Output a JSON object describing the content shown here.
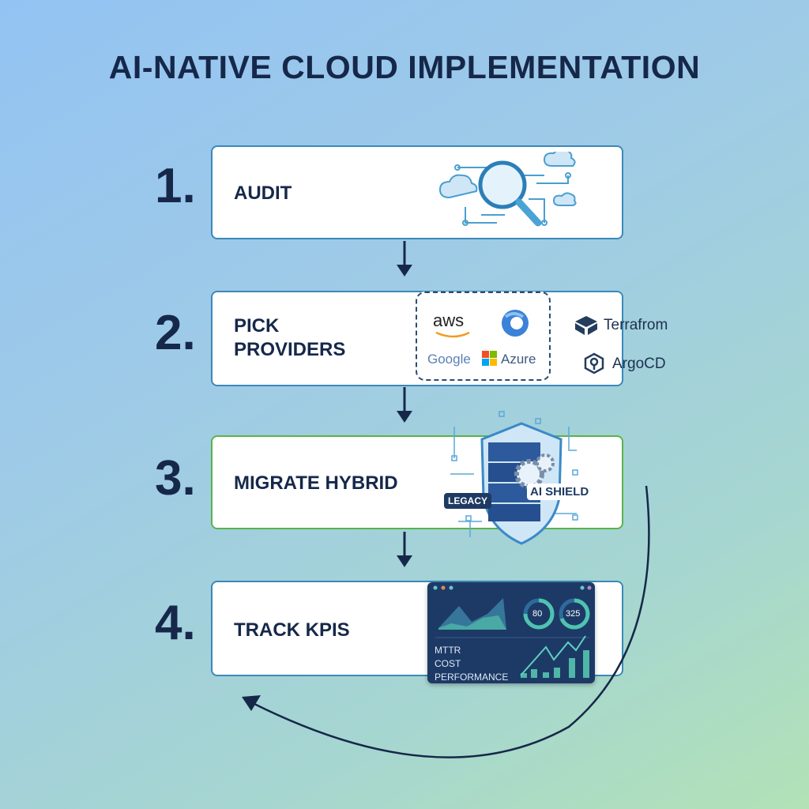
{
  "title": "AI-NATIVE CLOUD IMPLEMENTATION",
  "steps": [
    {
      "number": "1.",
      "label": "AUDIT",
      "icon": "magnifier-cloud-network-icon"
    },
    {
      "number": "2.",
      "label": "PICK PROVIDERS",
      "providers": [
        "aws",
        "Google",
        "Azure",
        "Terrafrom",
        "ArgoCD"
      ]
    },
    {
      "number": "3.",
      "label": "MIGRATE HYBRID",
      "tags": {
        "legacy": "LEGACY",
        "shield": "AI SHIELD"
      }
    },
    {
      "number": "4.",
      "label": "TRACK KPIS",
      "dashboard": {
        "gauges": [
          "80",
          "325"
        ],
        "metrics": [
          "MTTR",
          "COST",
          "PERFORMANCE"
        ]
      }
    }
  ],
  "colors": {
    "title": "#16284a",
    "card_border": "#3b89b8",
    "highlight_border": "#5cb24a",
    "dashboard": "#1d3a66"
  }
}
